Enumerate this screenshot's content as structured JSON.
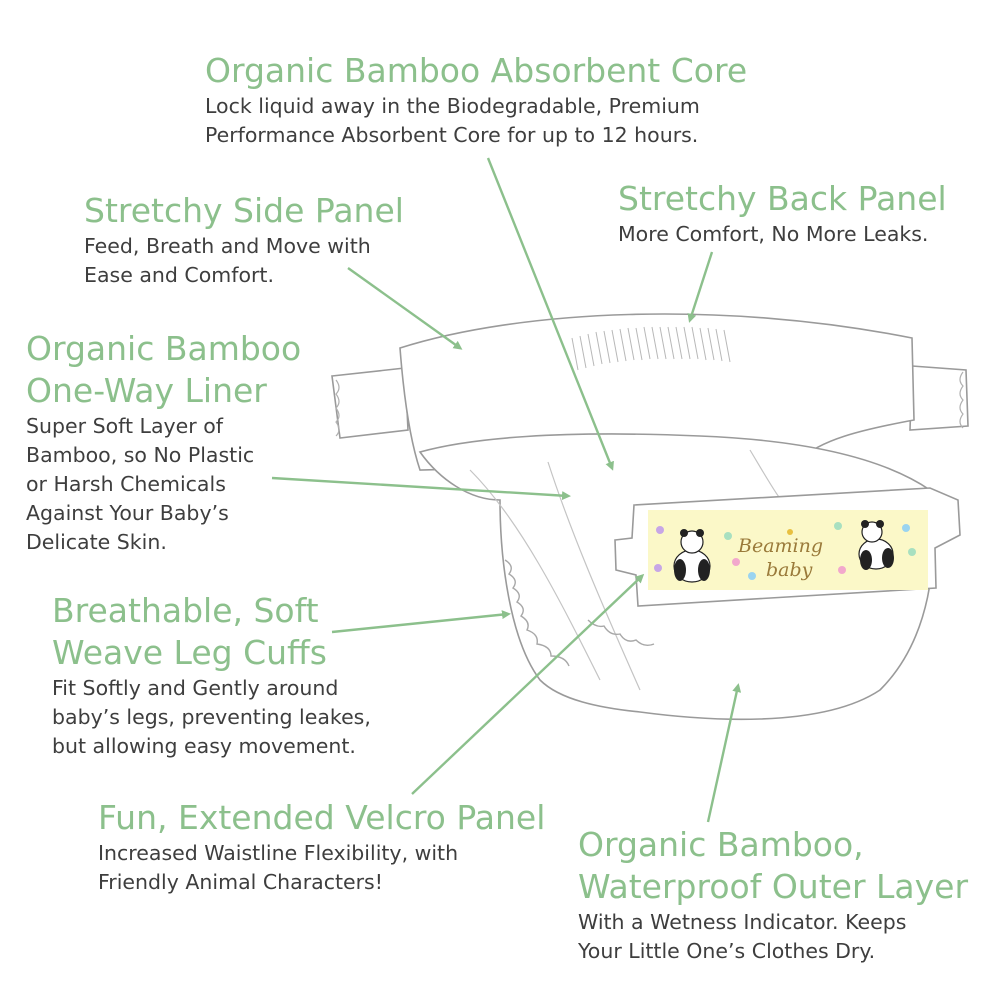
{
  "colors": {
    "heading": "#8cc08c",
    "body_text": "#3e3e3e",
    "arrow": "#8cc08c",
    "velcro_panel": "#fbf8c8",
    "diaper_outline": "#9a9a9a"
  },
  "callouts": {
    "absorbent_core": {
      "title": "Organic Bamboo Absorbent Core",
      "desc": [
        "Lock liquid away in the Biodegradable, Premium",
        "Performance Absorbent Core for up to 12 hours."
      ]
    },
    "side_panel": {
      "title": "Stretchy Side Panel",
      "desc": [
        "Feed, Breath and Move with",
        "Ease and Comfort."
      ]
    },
    "back_panel": {
      "title": "Stretchy Back Panel",
      "desc": [
        "More Comfort, No More Leaks."
      ]
    },
    "liner": {
      "title": [
        "Organic Bamboo",
        "One-Way Liner"
      ],
      "desc": [
        "Super Soft Layer of",
        "Bamboo, so No Plastic",
        "or Harsh Chemicals",
        "Against Your Baby’s",
        "Delicate Skin."
      ]
    },
    "leg_cuffs": {
      "title": [
        "Breathable, Soft",
        "Weave Leg Cuffs"
      ],
      "desc": [
        "Fit Softly and Gently around",
        "baby’s legs, preventing leakes,",
        "but allowing easy movement."
      ]
    },
    "velcro": {
      "title": "Fun, Extended Velcro Panel",
      "desc": [
        "Increased Waistline Flexibility, with",
        "Friendly Animal Characters!"
      ]
    },
    "outer_layer": {
      "title": [
        "Organic Bamboo,",
        "Waterproof Outer Layer"
      ],
      "desc": [
        "With a Wetness Indicator. Keeps",
        "Your Little One’s Clothes Dry."
      ]
    }
  },
  "product": {
    "brand_line1": "Beaming",
    "brand_line2": "baby",
    "character_icon": "panda-icon"
  }
}
